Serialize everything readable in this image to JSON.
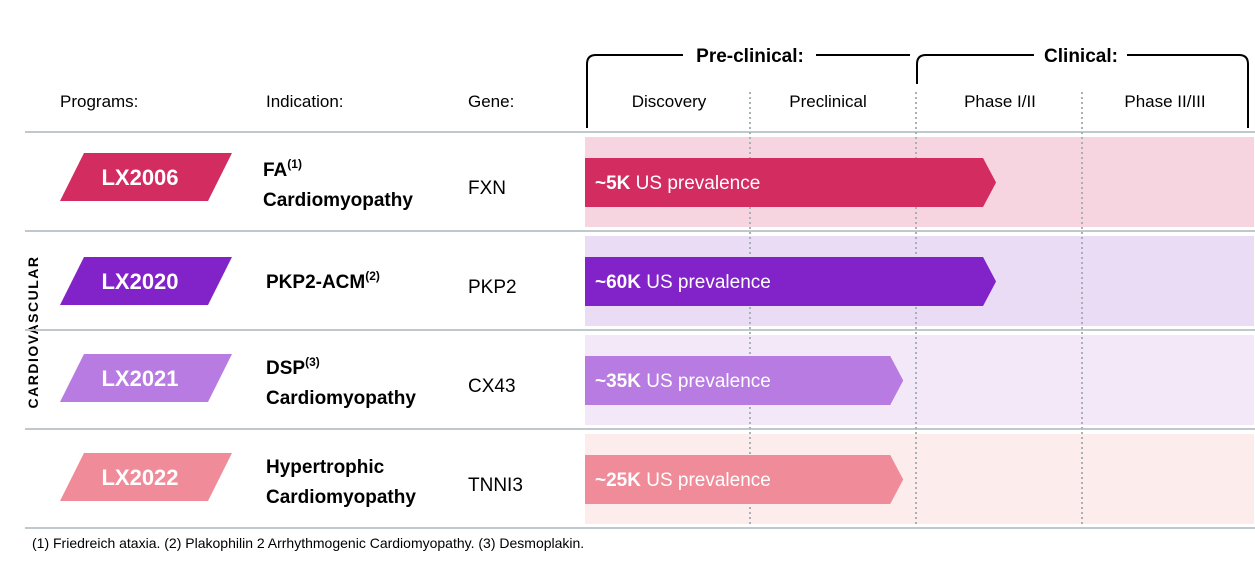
{
  "header": {
    "programs_label": "Programs:",
    "indication_label": "Indication:",
    "gene_label": "Gene:"
  },
  "stage_groups": [
    "Pre-clinical:",
    "Clinical:"
  ],
  "stages": [
    "Discovery",
    "Preclinical",
    "Phase I/II",
    "Phase II/III"
  ],
  "category_label": "CARDIOVASCULAR",
  "colors": {
    "LX2006": "#d22c61",
    "LX2020": "#8222c9",
    "LX2021": "#b77be1",
    "LX2022": "#f08c99",
    "LX2006_bg": "#f7d5e0",
    "LX2020_bg": "#ebdcf6",
    "LX2021_bg": "#f3e8f8",
    "LX2022_bg": "#fdecec",
    "divider": "#bfc8cc",
    "text": "#000000"
  },
  "chart_data": {
    "type": "bar",
    "title": "",
    "orientation": "horizontal",
    "x_scale": "categorical stages: Discovery, Preclinical, Phase I/II, Phase II/III",
    "programs": [
      {
        "name": "LX2006",
        "indication_main": "FA",
        "indication_sup": "(1)",
        "indication_line2": "Cardiomyopathy",
        "gene": "FXN",
        "prevalence_bold": "~5K",
        "prevalence_rest": " US prevalence",
        "progress_stage": "Phase I/II",
        "progress_fraction": 0.62
      },
      {
        "name": "LX2020",
        "indication_main": "PKP2-ACM",
        "indication_sup": "(2)",
        "indication_line2": "",
        "gene": "PKP2",
        "prevalence_bold": "~60K",
        "prevalence_rest": " US prevalence",
        "progress_stage": "Phase I/II",
        "progress_fraction": 0.62
      },
      {
        "name": "LX2021",
        "indication_main": "DSP",
        "indication_sup": "(3)",
        "indication_line2": "Cardiomyopathy",
        "gene": "CX43",
        "prevalence_bold": "~35K",
        "prevalence_rest": " US prevalence",
        "progress_stage": "Preclinical",
        "progress_fraction": 0.48
      },
      {
        "name": "LX2022",
        "indication_main": "Hypertrophic",
        "indication_sup": "",
        "indication_line2": "Cardiomyopathy",
        "gene": "TNNI3",
        "prevalence_bold": "~25K",
        "prevalence_rest": " US prevalence",
        "progress_stage": "Preclinical",
        "progress_fraction": 0.48
      }
    ]
  },
  "footnote": "(1) Friedreich ataxia. (2) Plakophilin 2 Arrhythmogenic Cardiomyopathy.  (3) Desmoplakin."
}
